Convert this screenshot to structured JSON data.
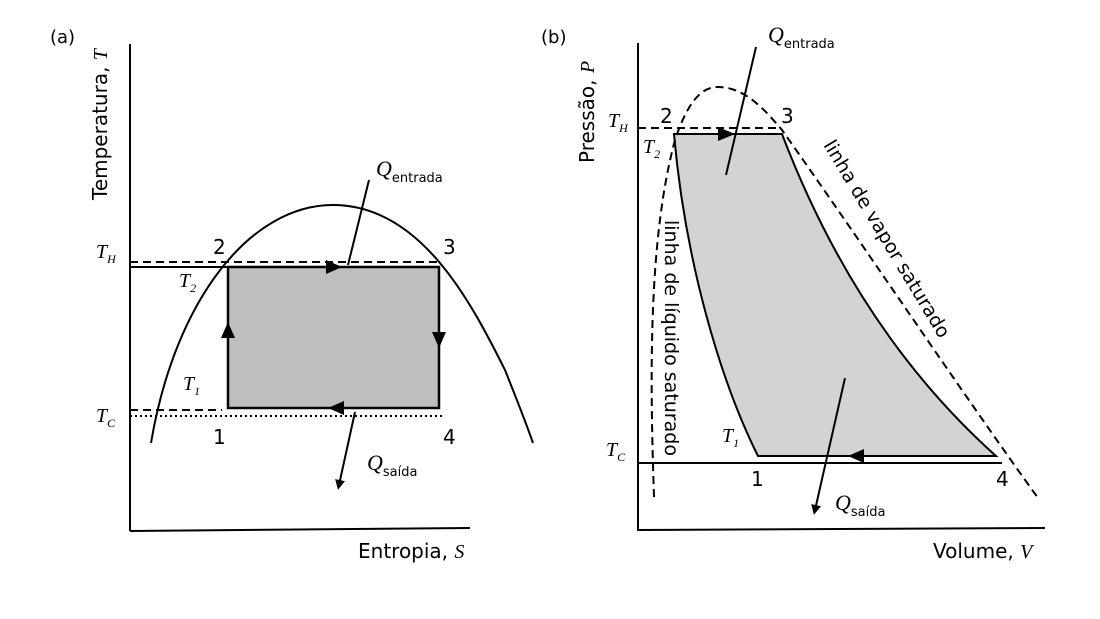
{
  "panel_a": {
    "label": "(a)",
    "y_axis": "Temperatura, ",
    "y_var": "T",
    "x_axis": "Entropia, ",
    "x_var": "S",
    "points": [
      "1",
      "2",
      "3",
      "4"
    ],
    "T_H": "T",
    "T_H_sub": "H",
    "T_2": "T",
    "T_2_sub": "2",
    "T_1": "T",
    "T_1_sub": "1",
    "T_C": "T",
    "T_C_sub": "C",
    "q_in": "Q",
    "q_in_sub": "entrada",
    "q_out": "Q",
    "q_out_sub": "saída",
    "fill_color": "#bebec0"
  },
  "panel_b": {
    "label": "(b)",
    "y_axis": "Pressão, ",
    "y_var": "P",
    "x_axis": "Volume, ",
    "x_var": "V",
    "points": [
      "1",
      "2",
      "3",
      "4"
    ],
    "T_H": "T",
    "T_H_sub": "H",
    "T_2": "T",
    "T_2_sub": "2",
    "T_1": "T",
    "T_1_sub": "1",
    "T_C": "T",
    "T_C_sub": "C",
    "q_in": "Q",
    "q_in_sub": "entrada",
    "q_out": "Q",
    "q_out_sub": "saída",
    "liquid_line": "linha de líquido saturado",
    "vapor_line": "linha de vapor saturado",
    "fill_color": "#d3d3d3"
  }
}
